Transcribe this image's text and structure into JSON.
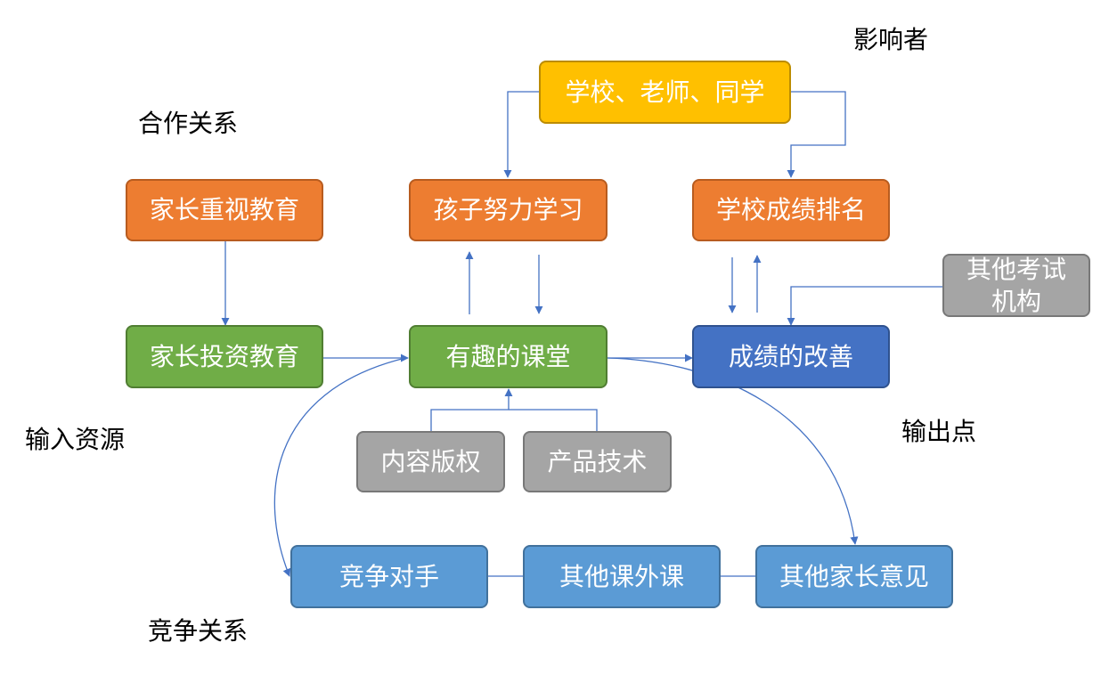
{
  "labels": {
    "cooperation": "合作关系",
    "input": "输入资源",
    "influencer": "影响者",
    "output": "输出点",
    "competition": "竞争关系"
  },
  "nodes": {
    "parents_value": "家长重视教育",
    "parents_invest": "家长投资教育",
    "child_effort": "孩子努力学习",
    "fun_class": "有趣的课堂",
    "content_copyright": "内容版权",
    "product_tech": "产品技术",
    "school_teachers": "学校、老师、同学",
    "school_ranking": "学校成绩排名",
    "score_improve": "成绩的改善",
    "other_exam_line1": "其他考试",
    "other_exam_line2": "机构",
    "competitor": "竞争对手",
    "other_extra_class": "其他课外课",
    "other_parents": "其他家长意见"
  },
  "colors": {
    "orange": "#ED7D31",
    "green": "#70AD47",
    "gray": "#A5A5A5",
    "yellow": "#FFC000",
    "dark_blue": "#4472C4",
    "light_blue": "#5B9BD5",
    "connector": "#4472C4"
  }
}
